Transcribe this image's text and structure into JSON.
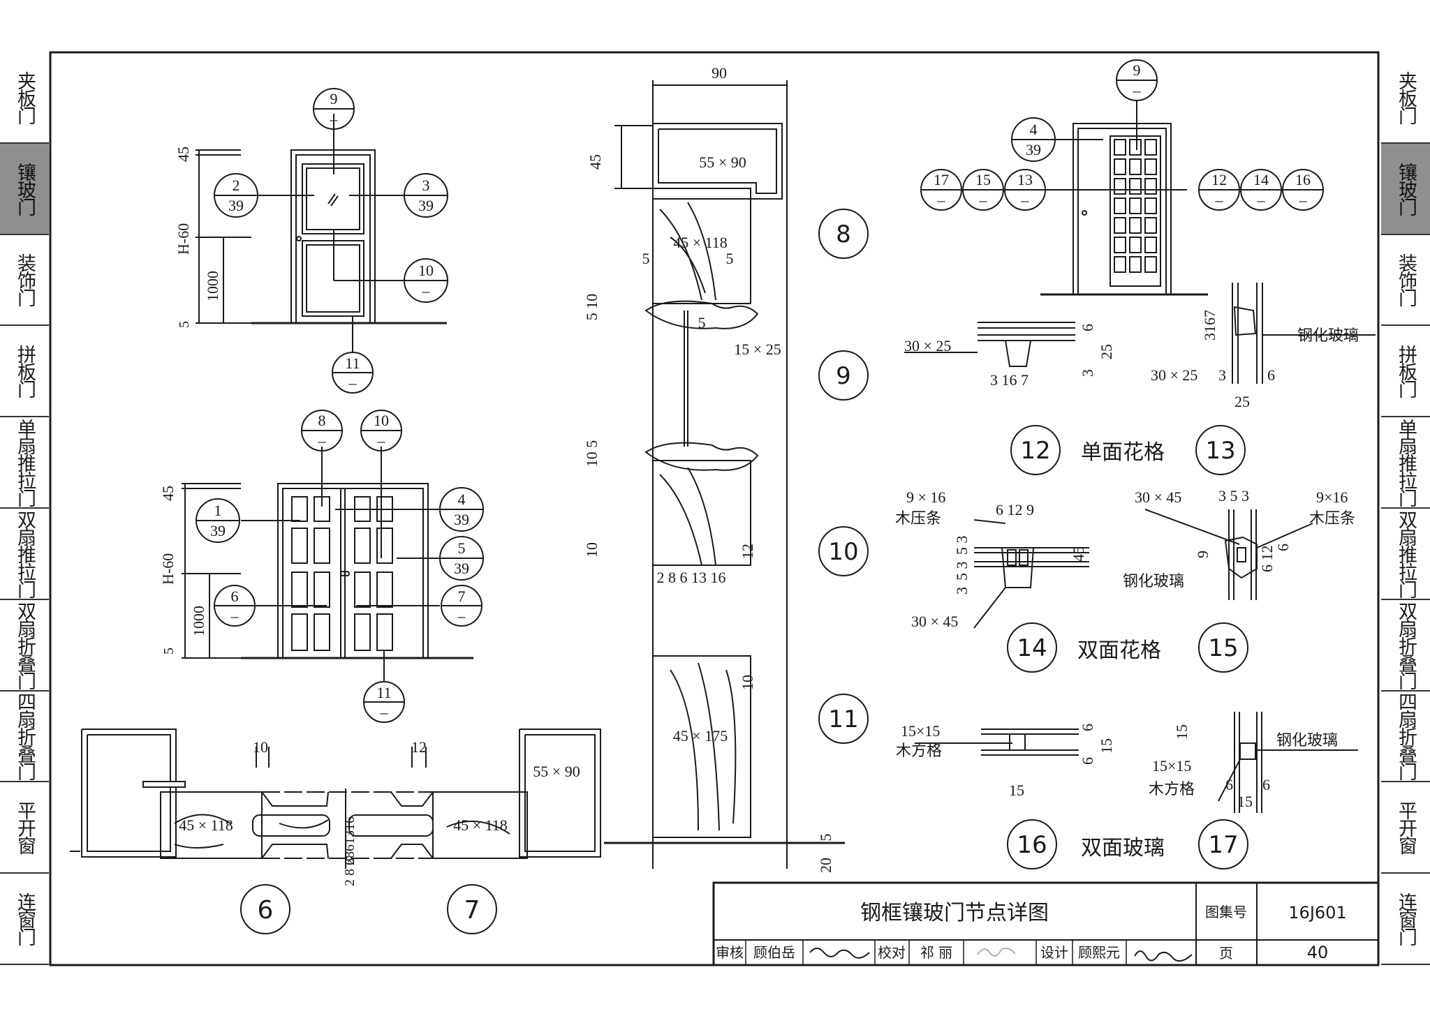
{
  "sidebar": {
    "left": [
      {
        "label": "夹板门",
        "active": false
      },
      {
        "label": "镶玻门",
        "active": true
      },
      {
        "label": "装饰门",
        "active": false
      },
      {
        "label": "拼板门",
        "active": false
      },
      {
        "label": "单扇推拉门",
        "active": false
      },
      {
        "label": "双扇推拉门",
        "active": false
      },
      {
        "label": "双扇折叠门",
        "active": false
      },
      {
        "label": "四扇折叠门",
        "active": false
      },
      {
        "label": "平开窗",
        "active": false
      },
      {
        "label": "连窗门",
        "active": false
      }
    ],
    "right": [
      {
        "label": "夹板门",
        "active": false
      },
      {
        "label": "镶玻门",
        "active": true
      },
      {
        "label": "装饰门",
        "active": false
      },
      {
        "label": "拼板门",
        "active": false
      },
      {
        "label": "单扇推拉门",
        "active": false
      },
      {
        "label": "双扇推拉门",
        "active": false
      },
      {
        "label": "双扇折叠门",
        "active": false
      },
      {
        "label": "四扇折叠门",
        "active": false
      },
      {
        "label": "平开窗",
        "active": false
      },
      {
        "label": "连窗门",
        "active": false
      }
    ]
  },
  "title_block": {
    "title": "钢框镶玻门节点详图",
    "atlas_label": "图集号",
    "atlas_no": "16J601",
    "page_label": "页",
    "page_no": "40",
    "review_label": "审核",
    "reviewer": "顾伯岳",
    "check_label": "校对",
    "checker": "祁 丽",
    "design_label": "设计",
    "designer": "顾熙元"
  },
  "details": {
    "d8": "8",
    "d9": "9",
    "d10": "10",
    "d11": "11",
    "d12": "12",
    "d13": "13",
    "d14": "14",
    "d15": "15",
    "d16": "16",
    "d17": "17",
    "d6": "6",
    "d7": "7",
    "label_12_13": "单面花格",
    "label_14_15": "双面花格",
    "label_16_17": "双面玻璃"
  },
  "elev1": {
    "ref_top": "9",
    "ref_left_n": "2",
    "ref_left_d": "39",
    "ref_right_n": "3",
    "ref_right_d": "39",
    "ref_mid": "10",
    "ref_bottom": "11",
    "dash": "–",
    "dim_45": "45",
    "dim_h60": "H-60",
    "dim_1000": "1000",
    "dim_5": "5"
  },
  "elev2": {
    "ref_8": "8",
    "ref_10": "10",
    "ref_1n": "1",
    "ref_1d": "39",
    "ref_4n": "4",
    "ref_4d": "39",
    "ref_5n": "5",
    "ref_5d": "39",
    "ref_6": "6",
    "ref_7": "7",
    "ref_11": "11",
    "dash": "–",
    "dim_45": "45",
    "dim_h60": "H-60",
    "dim_1000": "1000",
    "dim_5": "5"
  },
  "elev3": {
    "ref_9": "9",
    "ref_4n": "4",
    "ref_4d": "39",
    "ref_17": "17",
    "ref_15": "15",
    "ref_13": "13",
    "ref_12": "12",
    "ref_14": "14",
    "ref_16": "16",
    "dash": "–"
  },
  "section": {
    "dim_90": "90",
    "dim_45": "45",
    "frame": "55 × 90",
    "stile_top": "45 × 118",
    "dim_5a": "5",
    "dim_5b": "5",
    "dim_510": "5 10",
    "dim_5c": "5",
    "bead": "15 × 25",
    "dim_105": "10 5",
    "dim_10": "10",
    "dim_12": "12",
    "dim_2861316": "2 8 6 13 16",
    "dim_10b": "10",
    "stile_bot": "45 × 175",
    "dim_5d": "5",
    "dim_20": "20"
  },
  "plan": {
    "dim_10": "10",
    "dim_12": "12",
    "frame": "55 × 90",
    "left_stile": "45 × 118",
    "right_stile": "45 × 118",
    "vert_dims": "2861316",
    "vert_dims2": "2 8 6"
  },
  "d12_13": {
    "l1": "30 × 25",
    "d_6": "6",
    "d_25": "25",
    "d_3": "3",
    "d_3167": "3 16 7",
    "r1": "3167",
    "glass": "钢化玻璃",
    "l2": "30 × 25",
    "d_3b": "3",
    "d_6b": "6",
    "d_25b": "25"
  },
  "d14_15": {
    "l1": "9 × 16",
    "l1b": "木压条",
    "d_6129": "6 12 9",
    "d_53": "5 3",
    "d_53b": "5 3",
    "d_3": "3",
    "d_45": "45",
    "l2": "30 × 45",
    "r1": "30 × 45",
    "d_353": "3  5  3",
    "r2": "9×16",
    "r2b": "木压条",
    "d_9": "9",
    "d_612": "6 12",
    "d_6": "6",
    "glass": "钢化玻璃"
  },
  "d16_17": {
    "l1": "15×15",
    "l1b": "木方格",
    "d_6": "6",
    "d_15": "15",
    "d_6b": "6",
    "d_15b": "15",
    "r1": "15",
    "glass": "钢化玻璃",
    "l2": "15×15",
    "l2b": "木方格",
    "d_6c": "6",
    "d_6d": "6",
    "d_15c": "15"
  }
}
